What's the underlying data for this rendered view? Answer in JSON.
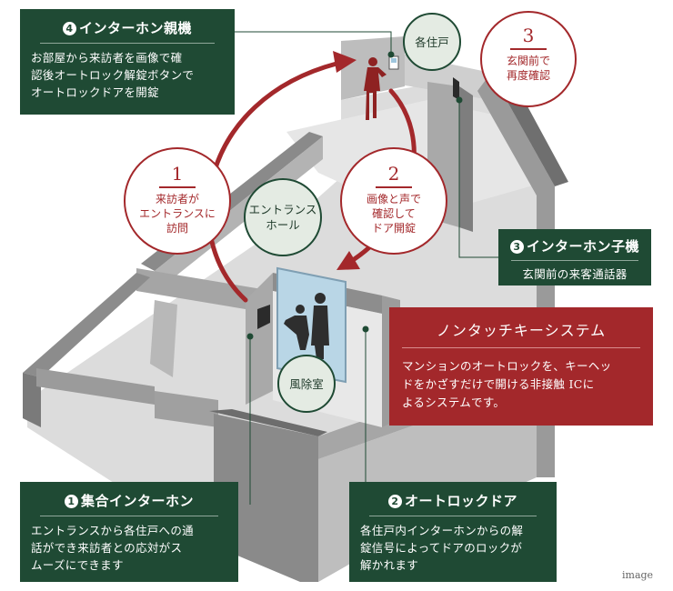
{
  "intercom_main": {
    "number": "4",
    "title": "インターホン親機",
    "description": "お部屋から来訪者を画像で確\n認後オートロック解錠ボタンで\nオートロックドアを開錠"
  },
  "intercom_sub": {
    "number": "3",
    "title": "インターホン子機",
    "description": "玄関前の来客通話器"
  },
  "notouch": {
    "title": "ノンタッチキーシステム",
    "description": "マンションのオートロックを、キーヘッ\nドをかざすだけで開ける非接触 ICに\nよるシステムです。"
  },
  "intercom_panel": {
    "number": "1",
    "title": "集合インターホン",
    "description": "エントランスから各住戸への通\n話ができ来訪者との応対がス\nムーズにできます"
  },
  "autolock_door": {
    "number": "2",
    "title": "オートロックドア",
    "description": "各住戸内インターホンからの解\n錠信号によってドアのロックが\n解かれます"
  },
  "steps": [
    {
      "number": "1",
      "text": "来訪者が\nエントランスに\n訪問"
    },
    {
      "number": "2",
      "text": "画像と声で\n確認して\nドア開錠"
    },
    {
      "number": "3",
      "text": "玄関前で\n再度確認"
    }
  ],
  "areas": {
    "unit": "各住戸",
    "entrance_hall": "エントランス\nホール",
    "vestibule": "風除室"
  },
  "caption": "image",
  "colors": {
    "dark_green": "#1f4a34",
    "crimson": "#a3282b",
    "wall_gray": "#8c8c8c",
    "floor_gray": "#d9d9d9"
  }
}
